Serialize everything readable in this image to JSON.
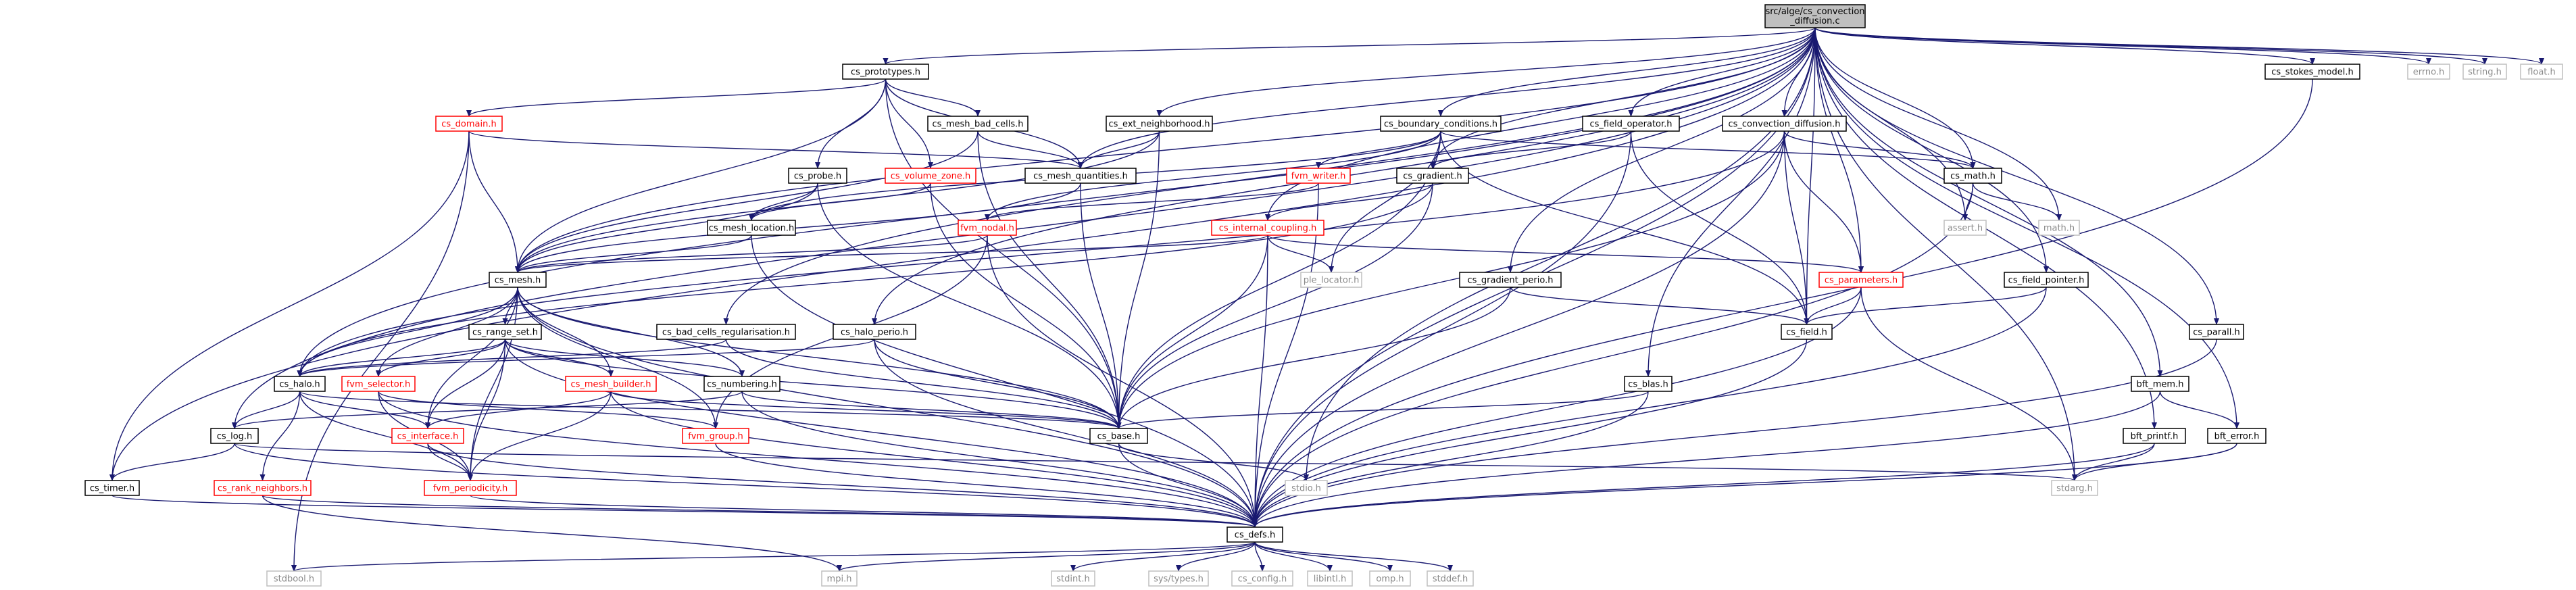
{
  "colors": {
    "edge": "#191970",
    "root_fill": "#bfbfbf",
    "documented_border": "#000000",
    "undocumented_border": "#ff0000",
    "external_border": "#bfbfbf",
    "documented_text": "#000000",
    "undocumented_text": "#ff0000",
    "external_text": "#8a8a8a"
  },
  "nodes": [
    {
      "id": "root",
      "label": "src/alge/cs_convection_diffusion.c",
      "kind": "root"
    },
    {
      "id": "prototypes",
      "label": "cs_prototypes.h",
      "kind": "doc"
    },
    {
      "id": "domain",
      "label": "cs_domain.h",
      "kind": "undoc"
    },
    {
      "id": "mesh_bad_cells",
      "label": "cs_mesh_bad_cells.h",
      "kind": "doc"
    },
    {
      "id": "ext_neighborhood",
      "label": "cs_ext_neighborhood.h",
      "kind": "doc"
    },
    {
      "id": "boundary_conditions",
      "label": "cs_boundary_conditions.h",
      "kind": "doc"
    },
    {
      "id": "field_operator",
      "label": "cs_field_operator.h",
      "kind": "doc"
    },
    {
      "id": "convection_diffusion_h",
      "label": "cs_convection_diffusion.h",
      "kind": "doc"
    },
    {
      "id": "stokes_model",
      "label": "cs_stokes_model.h",
      "kind": "doc"
    },
    {
      "id": "errno",
      "label": "errno.h",
      "kind": "ext"
    },
    {
      "id": "string",
      "label": "string.h",
      "kind": "ext"
    },
    {
      "id": "float",
      "label": "float.h",
      "kind": "ext"
    },
    {
      "id": "volume_zone",
      "label": "cs_volume_zone.h",
      "kind": "undoc"
    },
    {
      "id": "mesh_quantities",
      "label": "cs_mesh_quantities.h",
      "kind": "doc"
    },
    {
      "id": "fvm_writer",
      "label": "fvm_writer.h",
      "kind": "undoc"
    },
    {
      "id": "gradient",
      "label": "cs_gradient.h",
      "kind": "doc"
    },
    {
      "id": "math",
      "label": "cs_math.h",
      "kind": "doc"
    },
    {
      "id": "probe",
      "label": "cs_probe.h",
      "kind": "doc"
    },
    {
      "id": "fvm_nodal",
      "label": "fvm_nodal.h",
      "kind": "undoc"
    },
    {
      "id": "internal_coupling",
      "label": "cs_internal_coupling.h",
      "kind": "undoc"
    },
    {
      "id": "mesh_location",
      "label": "cs_mesh_location.h",
      "kind": "doc"
    },
    {
      "id": "assert",
      "label": "assert.h",
      "kind": "ext"
    },
    {
      "id": "math_std",
      "label": "math.h",
      "kind": "ext"
    },
    {
      "id": "mesh",
      "label": "cs_mesh.h",
      "kind": "doc"
    },
    {
      "id": "ple_locator",
      "label": "ple_locator.h",
      "kind": "ext"
    },
    {
      "id": "parameters",
      "label": "cs_parameters.h",
      "kind": "undoc"
    },
    {
      "id": "gradient_perio",
      "label": "cs_gradient_perio.h",
      "kind": "doc"
    },
    {
      "id": "field_pointer",
      "label": "cs_field_pointer.h",
      "kind": "doc"
    },
    {
      "id": "range_set",
      "label": "cs_range_set.h",
      "kind": "doc"
    },
    {
      "id": "bad_cells_regularisation",
      "label": "cs_bad_cells_regularisation.h",
      "kind": "doc"
    },
    {
      "id": "halo_perio",
      "label": "cs_halo_perio.h",
      "kind": "doc"
    },
    {
      "id": "field",
      "label": "cs_field.h",
      "kind": "doc"
    },
    {
      "id": "parall",
      "label": "cs_parall.h",
      "kind": "doc"
    },
    {
      "id": "halo",
      "label": "cs_halo.h",
      "kind": "doc"
    },
    {
      "id": "fvm_selector",
      "label": "fvm_selector.h",
      "kind": "undoc"
    },
    {
      "id": "mesh_builder",
      "label": "cs_mesh_builder.h",
      "kind": "undoc"
    },
    {
      "id": "numbering",
      "label": "cs_numbering.h",
      "kind": "doc"
    },
    {
      "id": "blas",
      "label": "cs_blas.h",
      "kind": "doc"
    },
    {
      "id": "bft_mem",
      "label": "bft_mem.h",
      "kind": "doc"
    },
    {
      "id": "log",
      "label": "cs_log.h",
      "kind": "doc"
    },
    {
      "id": "interface",
      "label": "cs_interface.h",
      "kind": "undoc"
    },
    {
      "id": "fvm_group",
      "label": "fvm_group.h",
      "kind": "undoc"
    },
    {
      "id": "base",
      "label": "cs_base.h",
      "kind": "doc"
    },
    {
      "id": "bft_printf",
      "label": "bft_printf.h",
      "kind": "doc"
    },
    {
      "id": "bft_error",
      "label": "bft_error.h",
      "kind": "doc"
    },
    {
      "id": "timer",
      "label": "cs_timer.h",
      "kind": "doc"
    },
    {
      "id": "rank_neighbors",
      "label": "cs_rank_neighbors.h",
      "kind": "undoc"
    },
    {
      "id": "fvm_periodicity",
      "label": "fvm_periodicity.h",
      "kind": "undoc"
    },
    {
      "id": "stdio",
      "label": "stdio.h",
      "kind": "ext"
    },
    {
      "id": "stdarg",
      "label": "stdarg.h",
      "kind": "ext"
    },
    {
      "id": "defs",
      "label": "cs_defs.h",
      "kind": "doc"
    },
    {
      "id": "stdbool",
      "label": "stdbool.h",
      "kind": "ext"
    },
    {
      "id": "mpi",
      "label": "mpi.h",
      "kind": "ext"
    },
    {
      "id": "stdint",
      "label": "stdint.h",
      "kind": "ext"
    },
    {
      "id": "sys_types",
      "label": "sys/types.h",
      "kind": "ext"
    },
    {
      "id": "cs_config",
      "label": "cs_config.h",
      "kind": "ext"
    },
    {
      "id": "libintl",
      "label": "libintl.h",
      "kind": "ext"
    },
    {
      "id": "omp",
      "label": "omp.h",
      "kind": "ext"
    },
    {
      "id": "stddef",
      "label": "stddef.h",
      "kind": "ext"
    }
  ],
  "edges": [
    [
      "root",
      "prototypes"
    ],
    [
      "root",
      "ext_neighborhood"
    ],
    [
      "root",
      "boundary_conditions"
    ],
    [
      "root",
      "field_operator"
    ],
    [
      "root",
      "convection_diffusion_h"
    ],
    [
      "root",
      "stokes_model"
    ],
    [
      "root",
      "errno"
    ],
    [
      "root",
      "string"
    ],
    [
      "root",
      "float"
    ],
    [
      "root",
      "math"
    ],
    [
      "root",
      "gradient"
    ],
    [
      "root",
      "parameters"
    ],
    [
      "root",
      "field"
    ],
    [
      "root",
      "field_pointer"
    ],
    [
      "root",
      "parall"
    ],
    [
      "root",
      "blas"
    ],
    [
      "root",
      "bft_mem"
    ],
    [
      "root",
      "bft_printf"
    ],
    [
      "root",
      "bft_error"
    ],
    [
      "root",
      "assert"
    ],
    [
      "root",
      "math_std"
    ],
    [
      "root",
      "mesh"
    ],
    [
      "root",
      "mesh_quantities"
    ],
    [
      "root",
      "halo"
    ],
    [
      "root",
      "log"
    ],
    [
      "root",
      "timer"
    ],
    [
      "root",
      "internal_coupling"
    ],
    [
      "root",
      "gradient_perio"
    ],
    [
      "root",
      "bad_cells_regularisation"
    ],
    [
      "root",
      "halo_perio"
    ],
    [
      "root",
      "stdio"
    ],
    [
      "root",
      "stdarg"
    ],
    [
      "root",
      "defs"
    ],
    [
      "prototypes",
      "domain"
    ],
    [
      "prototypes",
      "mesh_bad_cells"
    ],
    [
      "prototypes",
      "mesh_quantities"
    ],
    [
      "prototypes",
      "probe"
    ],
    [
      "prototypes",
      "volume_zone"
    ],
    [
      "prototypes",
      "mesh"
    ],
    [
      "prototypes",
      "base"
    ],
    [
      "domain",
      "mesh"
    ],
    [
      "domain",
      "mesh_quantities"
    ],
    [
      "domain",
      "timer"
    ],
    [
      "domain",
      "stdbool"
    ],
    [
      "mesh_bad_cells",
      "mesh"
    ],
    [
      "mesh_bad_cells",
      "mesh_quantities"
    ],
    [
      "mesh_bad_cells",
      "base"
    ],
    [
      "ext_neighborhood",
      "mesh"
    ],
    [
      "ext_neighborhood",
      "mesh_quantities"
    ],
    [
      "ext_neighborhood",
      "base"
    ],
    [
      "boundary_conditions",
      "fvm_nodal"
    ],
    [
      "boundary_conditions",
      "mesh_location"
    ],
    [
      "boundary_conditions",
      "field"
    ],
    [
      "boundary_conditions",
      "ple_locator"
    ],
    [
      "boundary_conditions",
      "fvm_writer"
    ],
    [
      "boundary_conditions",
      "math"
    ],
    [
      "boundary_conditions",
      "base"
    ],
    [
      "field_operator",
      "gradient"
    ],
    [
      "field_operator",
      "field"
    ],
    [
      "field_operator",
      "defs"
    ],
    [
      "convection_diffusion_h",
      "parameters"
    ],
    [
      "convection_diffusion_h",
      "math"
    ],
    [
      "convection_diffusion_h",
      "halo"
    ],
    [
      "convection_diffusion_h",
      "base"
    ],
    [
      "convection_diffusion_h",
      "defs"
    ],
    [
      "convection_diffusion_h",
      "field"
    ],
    [
      "stokes_model",
      "defs"
    ],
    [
      "volume_zone",
      "mesh_location"
    ],
    [
      "volume_zone",
      "base"
    ],
    [
      "mesh_quantities",
      "base"
    ],
    [
      "mesh_quantities",
      "mesh"
    ],
    [
      "fvm_writer",
      "fvm_nodal"
    ],
    [
      "fvm_writer",
      "defs"
    ],
    [
      "gradient",
      "base"
    ],
    [
      "gradient",
      "halo"
    ],
    [
      "gradient",
      "internal_coupling"
    ],
    [
      "math",
      "assert"
    ],
    [
      "math_std_dummy",
      "x"
    ],
    [
      "math",
      "math_std"
    ],
    [
      "math",
      "defs"
    ],
    [
      "probe",
      "mesh"
    ],
    [
      "probe",
      "mesh_location"
    ],
    [
      "probe",
      "base"
    ],
    [
      "fvm_nodal",
      "fvm_group"
    ],
    [
      "fvm_nodal",
      "defs"
    ],
    [
      "fvm_nodal",
      "mesh"
    ],
    [
      "internal_coupling",
      "ple_locator"
    ],
    [
      "internal_coupling",
      "parameters"
    ],
    [
      "internal_coupling",
      "mesh"
    ],
    [
      "internal_coupling",
      "base"
    ],
    [
      "internal_coupling",
      "defs"
    ],
    [
      "mesh_location",
      "mesh"
    ],
    [
      "mesh_location",
      "defs"
    ],
    [
      "mesh",
      "halo"
    ],
    [
      "mesh",
      "interface"
    ],
    [
      "mesh",
      "numbering"
    ],
    [
      "mesh",
      "range_set"
    ],
    [
      "mesh",
      "mesh_builder"
    ],
    [
      "mesh",
      "fvm_selector"
    ],
    [
      "mesh",
      "fvm_group"
    ],
    [
      "mesh",
      "fvm_periodicity"
    ],
    [
      "mesh",
      "base"
    ],
    [
      "mesh",
      "defs"
    ],
    [
      "parameters",
      "field"
    ],
    [
      "parameters",
      "defs"
    ],
    [
      "parameters",
      "stdarg"
    ],
    [
      "gradient_perio",
      "field"
    ],
    [
      "gradient_perio",
      "base"
    ],
    [
      "field_pointer",
      "field"
    ],
    [
      "field_pointer",
      "defs"
    ],
    [
      "range_set",
      "halo"
    ],
    [
      "range_set",
      "interface"
    ],
    [
      "range_set",
      "fvm_selector"
    ],
    [
      "range_set",
      "numbering"
    ],
    [
      "range_set",
      "mesh_builder"
    ],
    [
      "range_set",
      "fvm_periodicity"
    ],
    [
      "range_set",
      "base"
    ],
    [
      "range_set",
      "defs"
    ],
    [
      "bad_cells_regularisation",
      "halo"
    ],
    [
      "bad_cells_regularisation",
      "base"
    ],
    [
      "halo_perio",
      "halo"
    ],
    [
      "halo_perio",
      "base"
    ],
    [
      "halo_perio",
      "defs"
    ],
    [
      "field",
      "defs"
    ],
    [
      "parall",
      "defs"
    ],
    [
      "halo",
      "interface"
    ],
    [
      "halo",
      "fvm_periodicity"
    ],
    [
      "halo",
      "rank_neighbors"
    ],
    [
      "halo",
      "log"
    ],
    [
      "halo",
      "base"
    ],
    [
      "fvm_selector",
      "fvm_group"
    ],
    [
      "fvm_selector",
      "fvm_periodicity"
    ],
    [
      "fvm_selector",
      "defs"
    ],
    [
      "mesh_builder",
      "interface"
    ],
    [
      "mesh_builder",
      "fvm_periodicity"
    ],
    [
      "mesh_builder",
      "base"
    ],
    [
      "mesh_builder",
      "defs"
    ],
    [
      "numbering",
      "base"
    ],
    [
      "numbering",
      "log"
    ],
    [
      "numbering",
      "defs"
    ],
    [
      "blas",
      "base"
    ],
    [
      "blas",
      "defs"
    ],
    [
      "bft_mem",
      "bft_error"
    ],
    [
      "bft_mem",
      "defs"
    ],
    [
      "log",
      "timer"
    ],
    [
      "log",
      "stdarg"
    ],
    [
      "log",
      "defs"
    ],
    [
      "interface",
      "fvm_periodicity"
    ],
    [
      "interface",
      "defs"
    ],
    [
      "fvm_group",
      "defs"
    ],
    [
      "base",
      "stdio"
    ],
    [
      "base",
      "defs"
    ],
    [
      "bft_printf",
      "stdarg"
    ],
    [
      "bft_printf",
      "defs"
    ],
    [
      "bft_error",
      "stdarg"
    ],
    [
      "bft_error",
      "defs"
    ],
    [
      "timer",
      "defs"
    ],
    [
      "rank_neighbors",
      "defs"
    ],
    [
      "rank_neighbors",
      "mpi"
    ],
    [
      "fvm_periodicity",
      "defs"
    ],
    [
      "defs",
      "stdbool"
    ],
    [
      "defs",
      "mpi"
    ],
    [
      "defs",
      "stdint"
    ],
    [
      "defs",
      "sys_types"
    ],
    [
      "defs",
      "cs_config"
    ],
    [
      "defs",
      "libintl"
    ],
    [
      "defs",
      "omp"
    ],
    [
      "defs",
      "stddef"
    ]
  ]
}
